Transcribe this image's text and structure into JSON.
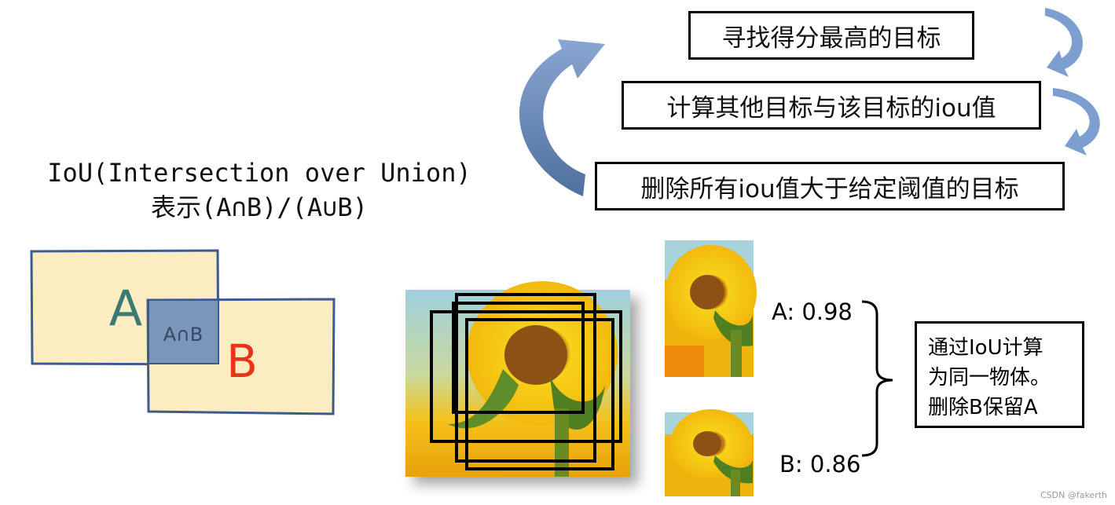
{
  "flow": {
    "step1": "寻找得分最高的目标",
    "step2": "计算其他目标与该目标的iou值",
    "step3": "删除所有iou值大于给定阈值的目标"
  },
  "iou": {
    "line1": "IoU(Intersection over Union)",
    "line2": "表示(A∩B)/(A∪B)",
    "label_a": "A",
    "label_b": "B",
    "label_intersection": "A∩B"
  },
  "scores": {
    "a": "A: 0.98",
    "b": "B: 0.86"
  },
  "note": {
    "line1": "通过IoU计算",
    "line2": "为同一物体。",
    "line3": "删除B保留A"
  },
  "colors": {
    "box_fill": "#fbecc1",
    "box_border": "#3d5b8e",
    "intersection_fill": "#7a96b9",
    "label_a": "#3a7a72",
    "label_b": "#e8351a",
    "arrow": "#5f80b8"
  },
  "watermark": "CSDN @fakerth"
}
